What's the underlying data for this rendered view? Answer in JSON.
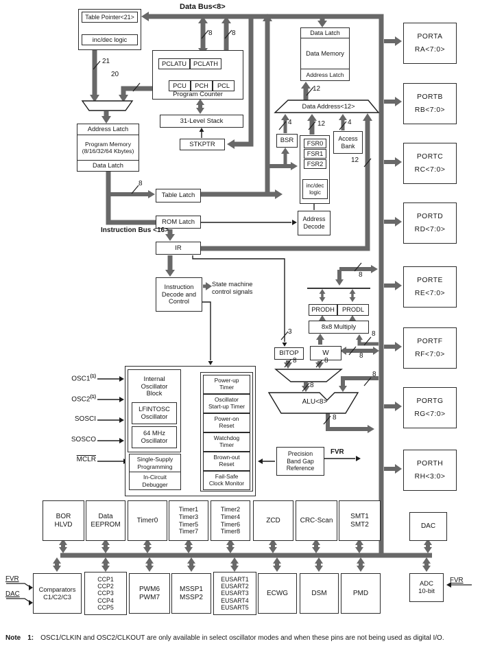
{
  "bus_labels": {
    "data_bus": "Data Bus<8>",
    "instruction_bus": "Instruction Bus <16>"
  },
  "cpu": {
    "table_pointer": "Table Pointer<21>",
    "inc_dec_logic": "inc/dec logic",
    "pclatu": "PCLATU",
    "pclath": "PCLATH",
    "pcu": "PCU",
    "pch": "PCH",
    "pcl": "PCL",
    "program_counter": "Program Counter",
    "stack": "31-Level Stack",
    "stkptr": "STKPTR",
    "pm_address_latch": "Address Latch",
    "pm_title": [
      "Program Memory",
      "(8/16/32/64 Kbytes)"
    ],
    "pm_data_latch": "Data Latch",
    "table_latch": "Table Latch",
    "rom_latch": "ROM Latch",
    "ir": "IR",
    "address_decode": [
      "Address",
      "Decode"
    ],
    "instruction_decode": [
      "Instruction",
      "Decode and",
      "Control"
    ],
    "state_machine": [
      "State machine",
      "control signals"
    ],
    "dm_data_latch": "Data Latch",
    "dm_title": "Data Memory",
    "dm_address_latch": "Address Latch",
    "data_address_mux": "Data Address<12>",
    "bsr": "BSR",
    "fsr": [
      "FSR0",
      "FSR1",
      "FSR2"
    ],
    "fsr_inc_dec": [
      "inc/dec",
      "logic"
    ],
    "access_bank": [
      "Access",
      "Bank"
    ],
    "bitop": "BITOP",
    "w_reg": "W",
    "multiply": "8x8 Multiply",
    "prodh": "PRODH",
    "prodl": "PRODL",
    "alu": "ALU<8>"
  },
  "ports": [
    {
      "name": "PORTA",
      "bits": "RA<7:0>"
    },
    {
      "name": "PORTB",
      "bits": "RB<7:0>"
    },
    {
      "name": "PORTC",
      "bits": "RC<7:0>"
    },
    {
      "name": "PORTD",
      "bits": "RD<7:0>"
    },
    {
      "name": "PORTE",
      "bits": "RE<7:0>"
    },
    {
      "name": "PORTF",
      "bits": "RF<7:0>"
    },
    {
      "name": "PORTG",
      "bits": "RG<7:0>"
    },
    {
      "name": "PORTH",
      "bits": "RH<3:0>"
    }
  ],
  "pins": {
    "osc1": "OSC1",
    "osc1_sup": "(1)",
    "osc2": "OSC2",
    "osc2_sup": "(1)",
    "sosci": "SOSCI",
    "sosco": "SOSCO",
    "mclr": "MCLR"
  },
  "oscillator": {
    "internal_block": [
      "Internal",
      "Oscillator",
      "Block"
    ],
    "lfintosc": [
      "LFINTOSC",
      "Oscillator"
    ],
    "mhz64": [
      "64 MHz",
      "Oscillator"
    ],
    "single_supply": [
      "Single-Supply",
      "Programming"
    ],
    "icd": [
      "In-Circuit",
      "Debugger"
    ]
  },
  "resets": [
    [
      "Power-up",
      "Timer"
    ],
    [
      "Oscillator",
      "Start-up Timer"
    ],
    [
      "Power-on",
      "Reset"
    ],
    [
      "Watchdog",
      "Timer"
    ],
    [
      "Brown-out",
      "Reset"
    ],
    [
      "Fail-Safe",
      "Clock Monitor"
    ]
  ],
  "bandgap": [
    "Precision",
    "Band Gap",
    "Reference"
  ],
  "fvr_label": "FVR",
  "dac_label": "DAC",
  "peripherals_row1": [
    [
      "BOR",
      "HLVD"
    ],
    [
      "Data",
      "EEPROM"
    ],
    [
      "Timer0"
    ],
    [
      "Timer1",
      "Timer3",
      "Timer5",
      "Timer7"
    ],
    [
      "Timer2",
      "Timer4",
      "Timer6",
      "Timer8"
    ],
    [
      "ZCD"
    ],
    [
      "CRC-Scan"
    ],
    [
      "SMT1",
      "SMT2"
    ],
    [
      "DAC"
    ]
  ],
  "peripherals_row2": [
    [
      "Comparators",
      "C1/C2/C3"
    ],
    [
      "CCP1",
      "CCP2",
      "CCP3",
      "CCP4",
      "CCP5"
    ],
    [
      "PWM6",
      "PWM7"
    ],
    [
      "MSSP1",
      "MSSP2"
    ],
    [
      "EUSART1",
      "EUSART2",
      "EUSART3",
      "EUSART4",
      "EUSART5"
    ],
    [
      "ECWG"
    ],
    [
      "DSM"
    ],
    [
      "PMD"
    ],
    [
      "ADC",
      "10-bit"
    ]
  ],
  "bus_widths": {
    "w3": "3",
    "w4": "4",
    "w8": "8",
    "w12": "12",
    "w20": "20",
    "w21": "21"
  },
  "note": {
    "label": "Note",
    "num": "1:",
    "text": "OSC1/CLKIN and OSC2/CLKOUT are only available in select oscillator modes and when these pins are not being used as digital I/O."
  },
  "colors": {
    "bus": "#686868",
    "line": "#1c1c1c",
    "background": "#ffffff"
  }
}
